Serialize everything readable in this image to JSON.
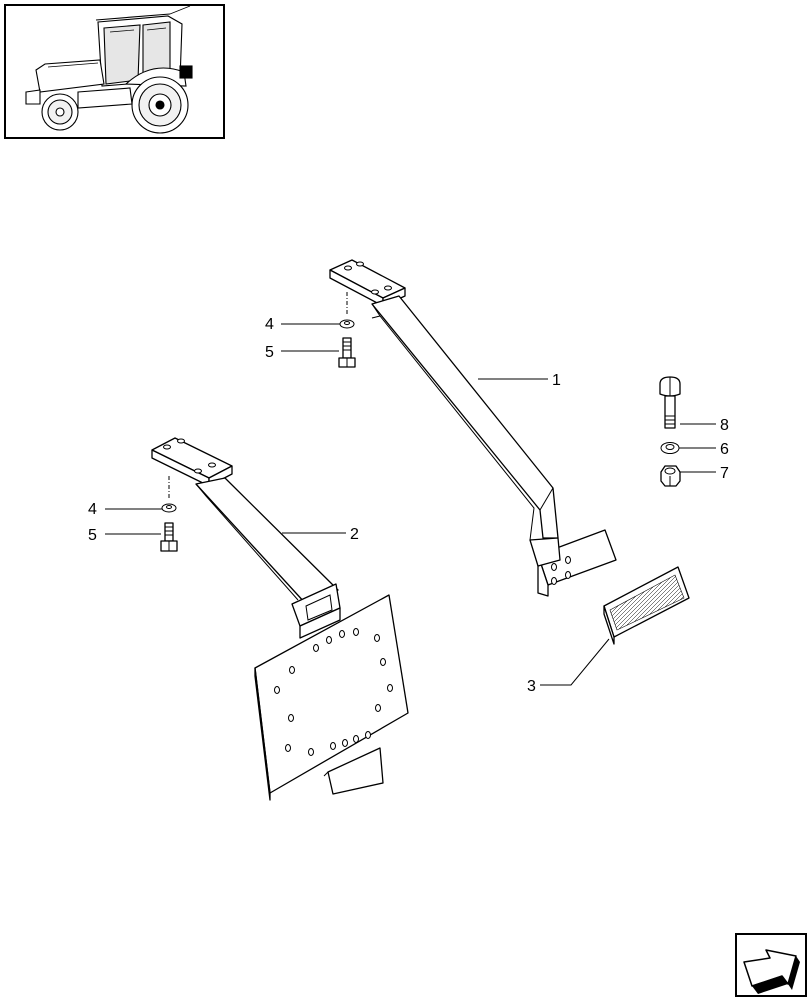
{
  "diagram": {
    "callouts": [
      {
        "id": "c1",
        "label": "1",
        "part": "rear-bracket"
      },
      {
        "id": "c2",
        "label": "2",
        "part": "front-bracket-with-plate"
      },
      {
        "id": "c3",
        "label": "3",
        "part": "reflector"
      },
      {
        "id": "c4a",
        "label": "4",
        "part": "washer"
      },
      {
        "id": "c5a",
        "label": "5",
        "part": "bolt"
      },
      {
        "id": "c4b",
        "label": "4",
        "part": "washer"
      },
      {
        "id": "c5b",
        "label": "5",
        "part": "bolt"
      },
      {
        "id": "c8",
        "label": "8",
        "part": "bolt"
      },
      {
        "id": "c6",
        "label": "6",
        "part": "washer"
      },
      {
        "id": "c7",
        "label": "7",
        "part": "nut"
      }
    ],
    "thumbnail_icon": "tractor-icon",
    "nav_icon": "next-page-arrow-icon"
  }
}
